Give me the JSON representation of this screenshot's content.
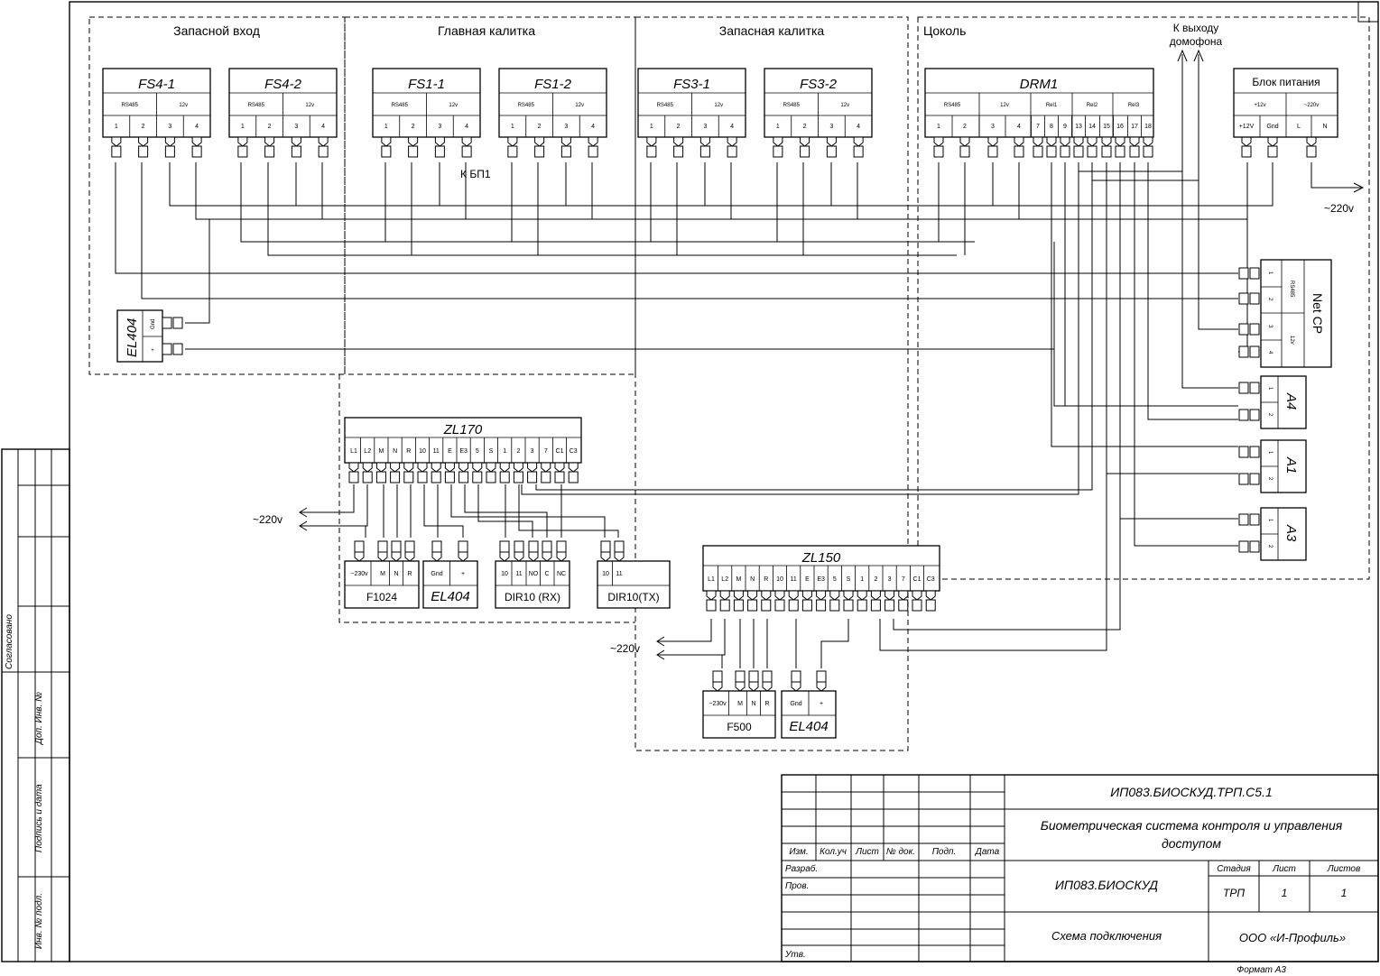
{
  "zones": {
    "reserve_entrance": "Запасной вход",
    "main_gate": "Главная калитка",
    "reserve_gate": "Запасная калитка",
    "basement": "Цоколь"
  },
  "readers": [
    {
      "id": "FS4-1",
      "left_group": "RS485",
      "right_group": "12v",
      "pins": [
        "1",
        "2",
        "3",
        "4"
      ]
    },
    {
      "id": "FS4-2",
      "left_group": "RS485",
      "right_group": "12v",
      "pins": [
        "1",
        "2",
        "3",
        "4"
      ]
    },
    {
      "id": "FS1-1",
      "left_group": "RS485",
      "right_group": "12v",
      "pins": [
        "1",
        "2",
        "3",
        "4"
      ]
    },
    {
      "id": "FS1-2",
      "left_group": "RS485",
      "right_group": "12v",
      "pins": [
        "1",
        "2",
        "3",
        "4"
      ]
    },
    {
      "id": "FS3-1",
      "left_group": "RS485",
      "right_group": "12v",
      "pins": [
        "1",
        "2",
        "3",
        "4"
      ]
    },
    {
      "id": "FS3-2",
      "left_group": "RS485",
      "right_group": "12v",
      "pins": [
        "1",
        "2",
        "3",
        "4"
      ]
    }
  ],
  "drm": {
    "id": "DRM1",
    "groups": [
      "RS485",
      "12v",
      "Rel1",
      "Rel2",
      "Rel3"
    ],
    "pins": [
      "1",
      "2",
      "3",
      "4",
      "7",
      "8",
      "9",
      "13",
      "14",
      "15",
      "16",
      "17",
      "18"
    ]
  },
  "psu": {
    "title": "Блок питания",
    "groups": [
      "+12v",
      "~220v"
    ],
    "pins": [
      "+12V",
      "Gnd",
      "L",
      "N"
    ]
  },
  "labels": {
    "intercom_exit": [
      "К выходу",
      "домофона"
    ],
    "to_bp1": "К БП1",
    "v220": "~220v"
  },
  "el404_left": {
    "name": "EL404",
    "pins": [
      "Gnd",
      "+"
    ]
  },
  "netcp": {
    "name": "Net CP",
    "groups": [
      "RS485",
      "12v"
    ],
    "pins": [
      "1",
      "2",
      "3",
      "4"
    ]
  },
  "locks": [
    {
      "name": "A4",
      "pins": [
        "1",
        "2"
      ]
    },
    {
      "name": "A1",
      "pins": [
        "1",
        "2"
      ]
    },
    {
      "name": "A3",
      "pins": [
        "1",
        "2"
      ]
    }
  ],
  "zl170": {
    "name": "ZL170",
    "pins": [
      "L1",
      "L2",
      "M",
      "N",
      "R",
      "10",
      "11",
      "E",
      "E3",
      "5",
      "S",
      "1",
      "2",
      "3",
      "7",
      "C1",
      "C3"
    ],
    "devices": {
      "f1024": {
        "name": "F1024",
        "pins": [
          "~230v",
          "M",
          "N",
          "R"
        ]
      },
      "el404": {
        "name": "EL404",
        "pins": [
          "Gnd",
          "+"
        ]
      },
      "dir_rx": {
        "name": "DIR10 (RX)",
        "pins": [
          "10",
          "11",
          "NO",
          "C",
          "NC"
        ]
      },
      "dir_tx": {
        "name": "DIR10(TX)",
        "pins": [
          "10",
          "11"
        ]
      }
    }
  },
  "zl150": {
    "name": "ZL150",
    "pins": [
      "L1",
      "L2",
      "M",
      "N",
      "R",
      "10",
      "11",
      "E",
      "E3",
      "5",
      "S",
      "1",
      "2",
      "3",
      "7",
      "C1",
      "C3"
    ],
    "devices": {
      "f500": {
        "name": "F500",
        "pins": [
          "~230v",
          "M",
          "N",
          "R"
        ]
      },
      "el404": {
        "name": "EL404",
        "pins": [
          "Gnd",
          "+"
        ]
      }
    }
  },
  "stamp": {
    "doc_code": "ИП083.БИОСКУД.ТРП.С5.1",
    "system_title": "Биометрическая система контроля и управления доступом",
    "project_code": "ИП083.БИОСКУД",
    "sheet_title": "Схема подключения",
    "company": "ООО «И-Профиль»",
    "stage_label": "Стадия",
    "sheet_label": "Лист",
    "sheets_label": "Листов",
    "stage": "ТРП",
    "sheet": "1",
    "sheets": "1",
    "columns": [
      "Изм.",
      "Кол.уч",
      "Лист",
      "№ док.",
      "Подп.",
      "Дата"
    ],
    "roles": [
      "Разраб.",
      "Пров.",
      "Утв."
    ],
    "format": "Формат А3"
  },
  "side_stamp": {
    "agreed": "Согласовано",
    "dup_inv": "Доп. Инв. №",
    "sign_date": "Подпись и дата",
    "inv_orig": "Инв. № подл."
  }
}
